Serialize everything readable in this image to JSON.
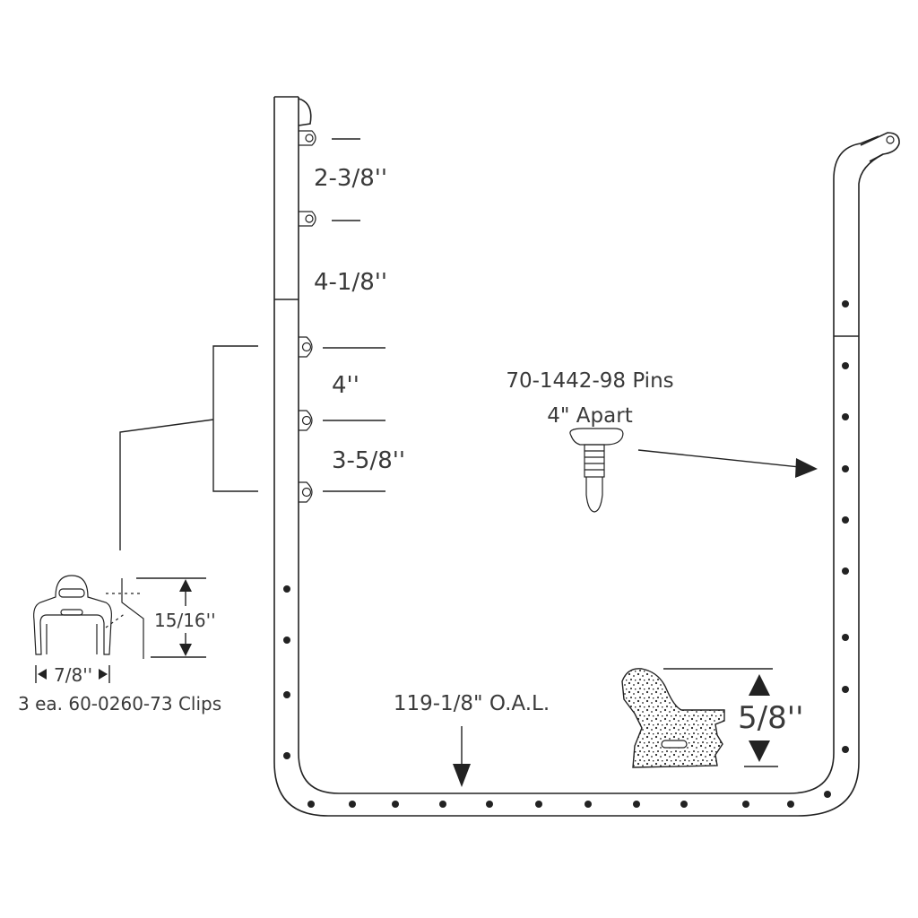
{
  "dimensions": {
    "d1": "2-3/8''",
    "d2": "4-1/8''",
    "d3": "4''",
    "d4": "3-5/8''",
    "clip_height": "15/16''",
    "clip_width": "7/8''",
    "profile_height": "5/8''"
  },
  "labels": {
    "pins_line1": "70-1442-98 Pins",
    "pins_line2": "4\" Apart",
    "overall_length": "119-1/8\" O.A.L.",
    "clips": "3  ea.  60-0260-73  Clips"
  },
  "colors": {
    "line": "#222222",
    "text": "#3a3a3a",
    "background": "#ffffff"
  }
}
